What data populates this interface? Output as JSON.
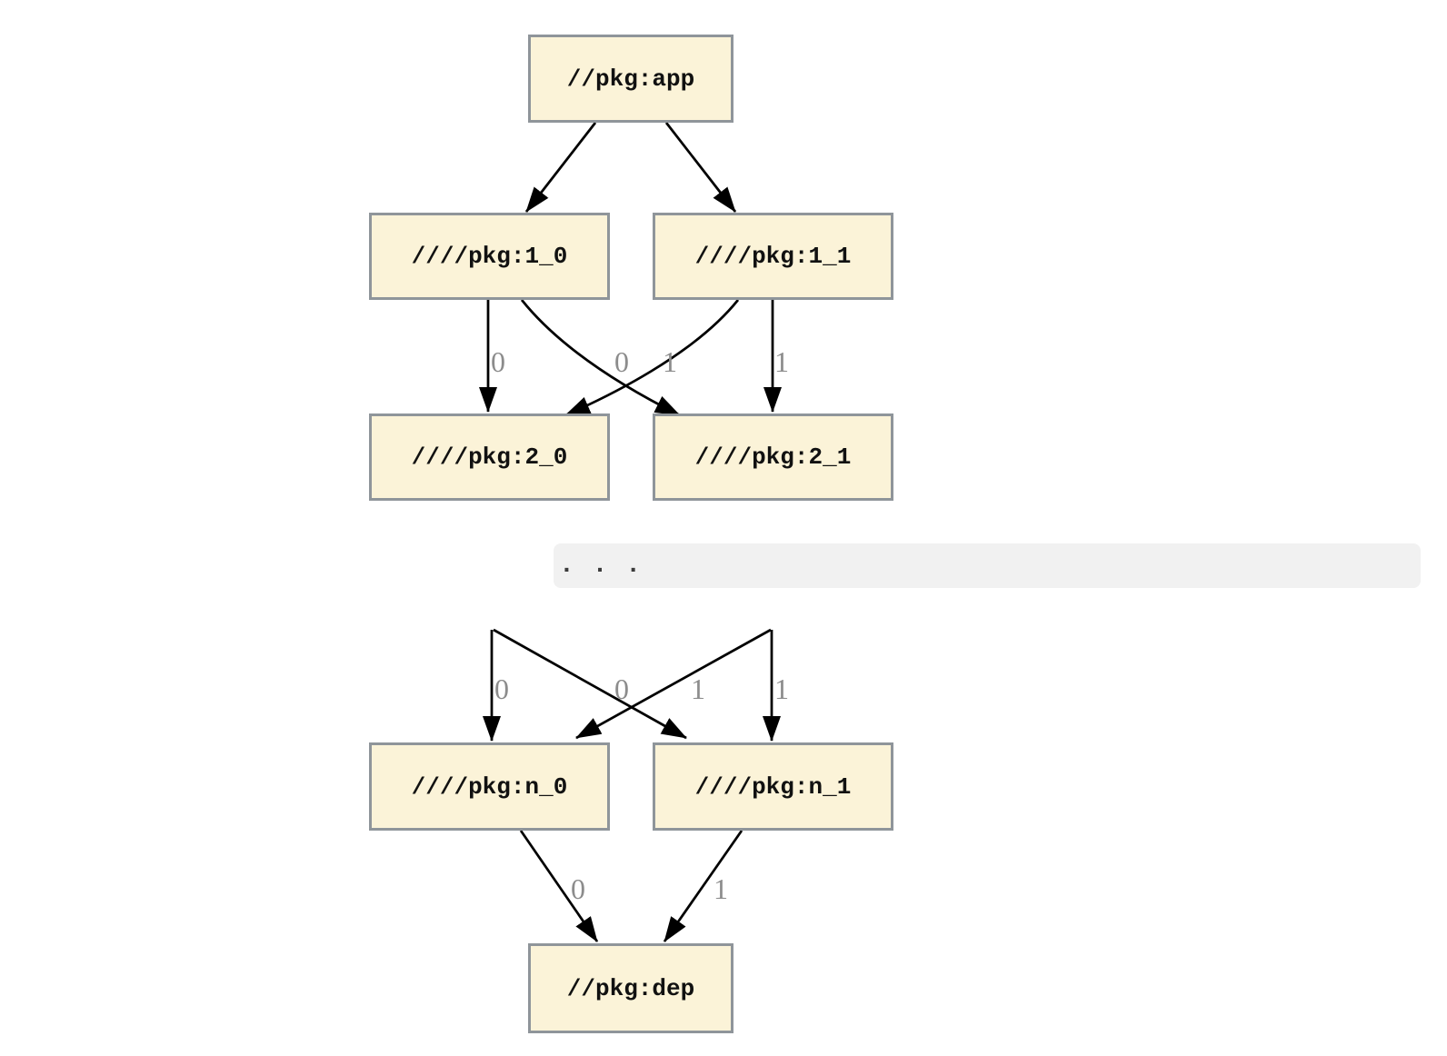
{
  "graph": {
    "nodes": {
      "app": {
        "label": "//pkg:app"
      },
      "l1_0": {
        "label": "////pkg:1_0"
      },
      "l1_1": {
        "label": "////pkg:1_1"
      },
      "l2_0": {
        "label": "////pkg:2_0"
      },
      "l2_1": {
        "label": "////pkg:2_1"
      },
      "ln_0": {
        "label": "////pkg:n_0"
      },
      "ln_1": {
        "label": "////pkg:n_1"
      },
      "dep": {
        "label": "//pkg:dep"
      }
    },
    "ellipsis_text": ". . .",
    "edge_labels": {
      "level2": [
        "0",
        "0",
        "1",
        "1"
      ],
      "leveln": [
        "0",
        "0",
        "1",
        "1"
      ],
      "dep": [
        "0",
        "1"
      ]
    },
    "colors": {
      "node_fill": "#fbf3d8",
      "node_border": "#8f959a",
      "edge": "#000000",
      "edge_label": "#8c8c8c",
      "ellipsis_bg": "#f1f1f1",
      "ellipsis_dots": "#3b3b3b"
    }
  }
}
